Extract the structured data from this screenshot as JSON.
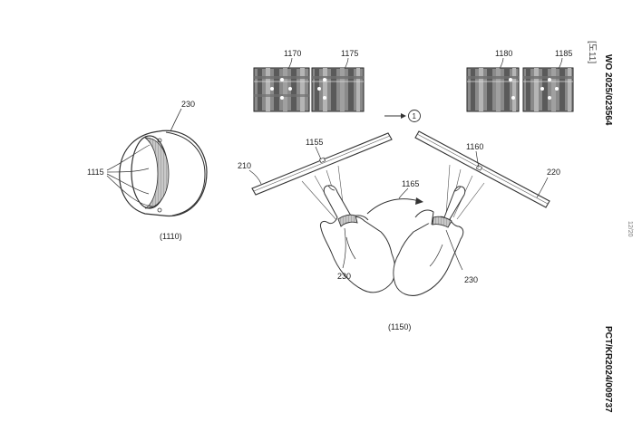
{
  "header": {
    "publication_number": "WO 2025/023564",
    "application_number": "PCT/KR2024/009737",
    "sheet_number": "12/20",
    "figure_label": "[도11]"
  },
  "figure": {
    "ring_device": {
      "ring_ref": "230",
      "electrodes_ref": "1115",
      "panel_ref": "(1110)"
    },
    "scene": {
      "panel_ref": "(1150)",
      "left_display_ref": "210",
      "right_display_ref": "220",
      "left_sensor_ref": "1155",
      "right_sensor_ref": "1160",
      "move_gesture_ref": "1165",
      "left_ring_ref": "230",
      "right_ring_ref": "230",
      "step_marker": "1"
    },
    "images": {
      "img_1170": "1170",
      "img_1175": "1175",
      "img_1180": "1180",
      "img_1185": "1185"
    }
  },
  "colors": {
    "line": "#333333",
    "image_dark": "#5a5a5a",
    "image_mid": "#8a8a8a",
    "image_light": "#b5b5b5",
    "dot": "#ffffff",
    "ring_band": "#9a9a9a"
  }
}
